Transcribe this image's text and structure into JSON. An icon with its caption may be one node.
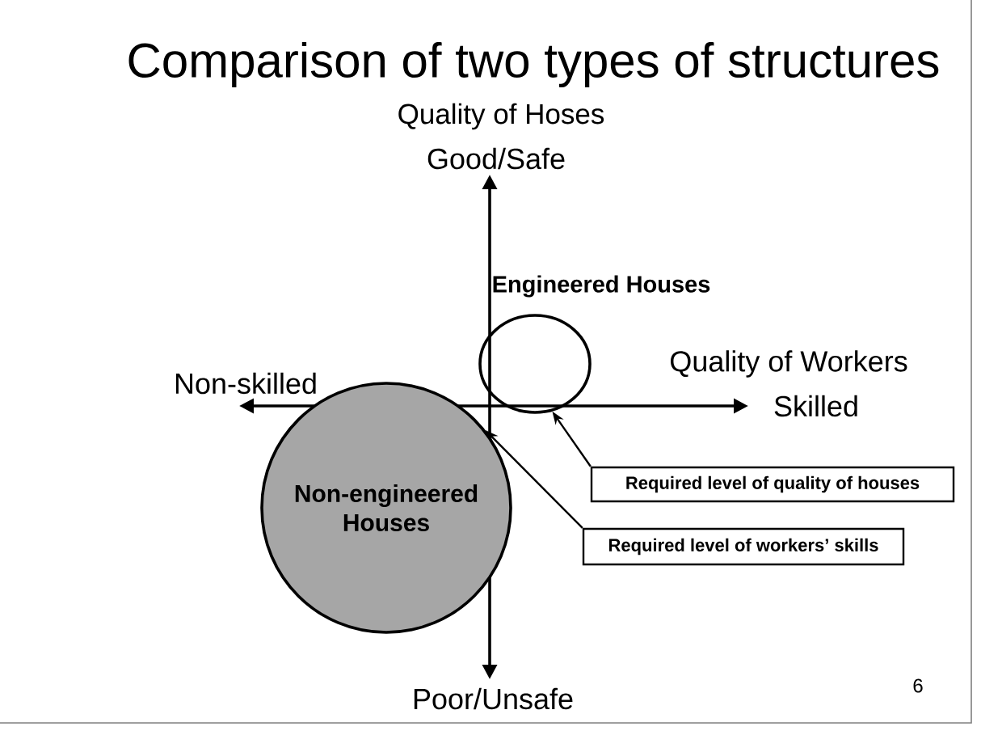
{
  "diagram": {
    "title": "Comparison of two types of structures",
    "nodes": [
      {
        "text": [
          "Engineered Houses"
        ]
      },
      {
        "text": [
          "Non-engineered Houses"
        ]
      },
      {
        "text": [
          "Required level of quality of houses"
        ]
      },
      {
        "text": [
          "Required level of workers’ skills"
        ]
      }
    ],
    "edges": [
      {
        "from": 2,
        "to": 0,
        "arrow": "to"
      },
      {
        "from": 3,
        "to": 1,
        "arrow": "to"
      }
    ],
    "labels": [
      "Quality of Hoses",
      "Good/Safe",
      "Quality of Workers",
      "Non-skilled",
      "Skilled",
      "Poor/Unsafe",
      "6"
    ]
  }
}
